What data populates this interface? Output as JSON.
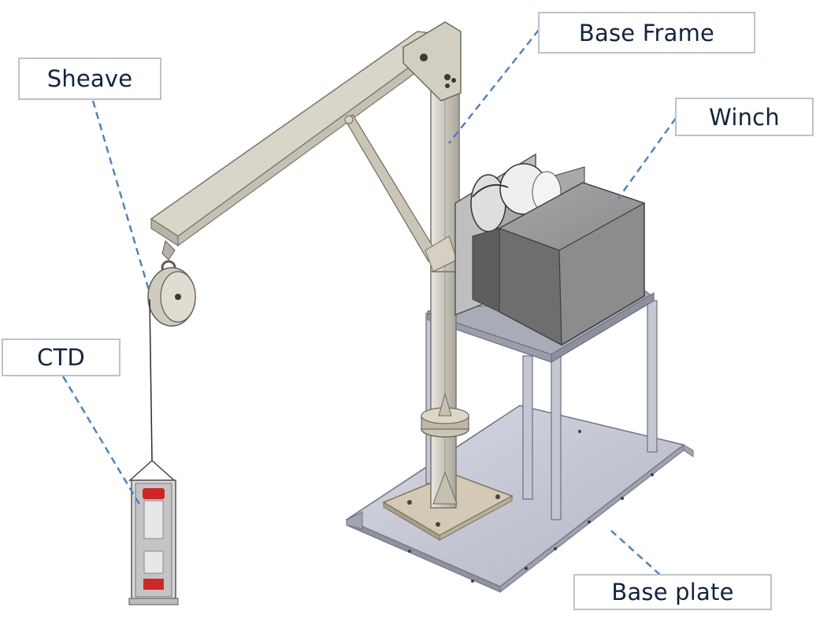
{
  "labels": {
    "sheave": "Sheave",
    "ctd": "CTD",
    "base_frame": "Base Frame",
    "winch": "Winch",
    "base_plate": "Base plate"
  },
  "colors": {
    "leader_line": "#4a7fc6",
    "label_border": "#b9c3cf",
    "label_text": "#13233f",
    "steel_light": "#cfccc3",
    "winch_housing": "#8a8a8a",
    "base_plate": "#c7cad6",
    "ctd_accent": "#d0262a"
  }
}
